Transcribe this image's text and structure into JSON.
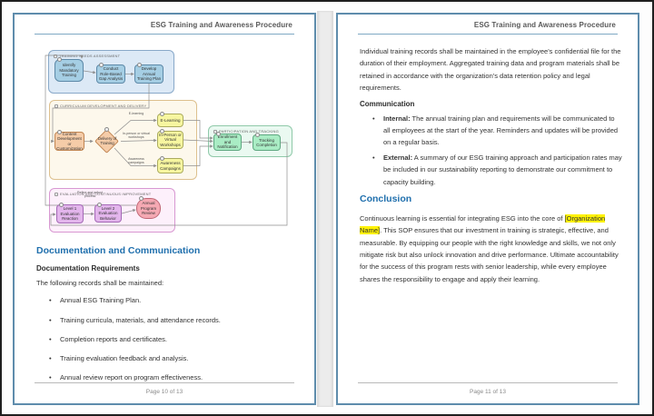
{
  "doc": {
    "title": "ESG Training and Awareness Procedure"
  },
  "pages": {
    "left": {
      "footer": "Page 10 of 13",
      "section_heading": "Documentation and Communication",
      "sub_heading": "Documentation Requirements",
      "intro": "The following records shall be maintained:",
      "bullets": [
        "Annual ESG Training Plan.",
        "Training curricula, materials, and attendance records.",
        "Completion reports and certificates.",
        "Training evaluation feedback and analysis.",
        "Annual review report on program effectiveness."
      ]
    },
    "right": {
      "footer": "Page 11 of 13",
      "para1": "Individual training records shall be maintained in the employee's confidential file for the duration of their employment. Aggregated training data and program materials shall be retained in accordance with the organization's data retention policy and legal requirements.",
      "sub_heading": "Communication",
      "bullets": [
        {
          "lead": "Internal:",
          "text": " The annual training plan and requirements will be communicated to all employees at the start of the year. Reminders and updates will be provided on a regular basis."
        },
        {
          "lead": "External:",
          "text": " A summary of our ESG training approach and participation rates may be included in our sustainability reporting to demonstrate our commitment to capacity building."
        }
      ],
      "section_heading": "Conclusion",
      "conclusion": {
        "pre": "Continuous learning is essential for integrating ESG into the core of ",
        "highlight": "[Organization Name]",
        "post": ". This SOP ensures that our investment in training is strategic, effective, and measurable. By equipping our people with the right knowledge and skills, we not only mitigate risk but also unlock innovation and drive performance. Ultimate accountability for the success of this program rests with senior leadership, while every employee shares the responsibility to engage and apply their learning."
      }
    }
  },
  "diagram": {
    "lanes": {
      "assessment": {
        "title": "TRAINING NEEDS ASSESSMENT"
      },
      "curriculum": {
        "title": "CURRICULUM DEVELOPMENT AND DELIVERY"
      },
      "participation": {
        "title": "PARTICIPATION AND TRACKING"
      },
      "evaluation": {
        "title": "EVALUATION AND CONTINUOUS IMPROVEMENT"
      }
    },
    "nodes": {
      "identify": "Identify Mandatory Training",
      "gap": "Conduct Role-Based Gap Analysis",
      "plan": "Develop Annual Training Plan",
      "content": "Content Development or Customization",
      "delivery": "Delivery of Training",
      "elearning": "E-Learning",
      "workshops": "In-Person or Virtual Workshops",
      "campaigns": "Awareness Campaigns",
      "enrollment": "Enrollment and Notification",
      "tracking": "Tracking Completion",
      "level1": "Level 1 Evaluation Reaction",
      "level2": "Level 2 Evaluation Behavior",
      "review": "Annual Program Review"
    },
    "edge_labels": {
      "elearning": "E-learning",
      "workshops": "In-person or virtual workshops",
      "campaigns": "Awareness campaigns",
      "refine": "Refine and adjust process"
    }
  },
  "colors": {
    "page_border": "#5E8CAC",
    "header_rule": "#7FA8C4",
    "heading_blue": "#1F6FAD",
    "highlight_yellow": "#FFF200",
    "lane_assessment_fill": "#DCE9F6",
    "node_blue_fill": "#A5CEE4",
    "lane_curriculum_fill": "#FDF8EC",
    "node_peach_fill": "#F5CCA8",
    "node_yellow_fill": "#F7F6A0",
    "lane_participation_fill": "#EAF9F1",
    "node_green_fill": "#A9ECC4",
    "lane_evaluation_fill": "#FDF0FB",
    "node_purple_fill": "#E3B5EC",
    "node_pink_fill": "#F5A9B3",
    "connector_gray": "#8f8f8f"
  }
}
